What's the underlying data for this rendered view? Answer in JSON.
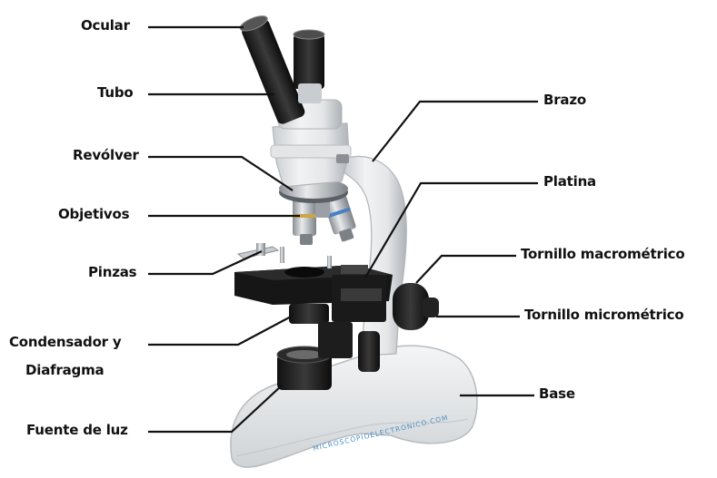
{
  "labels": {
    "ocular": "Ocular",
    "tubo": "Tubo",
    "revolver": "Revólver",
    "objetivos": "Objetivos",
    "pinzas": "Pinzas",
    "condensador_1": "Condensador y",
    "condensador_2": "Diafragma",
    "fuente": "Fuente de luz",
    "brazo": "Brazo",
    "platina": "Platina",
    "macro": "Tornillo macrométrico",
    "micro": "Tornillo micrométrico",
    "base": "Base"
  },
  "watermark": "MICROSCOPIOELECTRONICO.COM"
}
